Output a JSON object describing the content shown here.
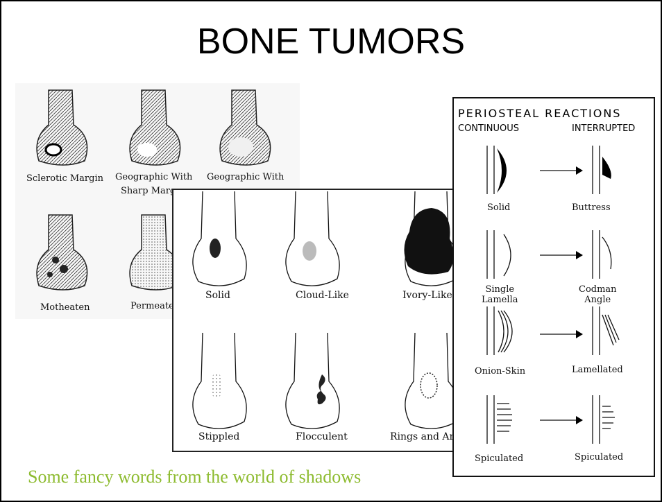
{
  "title": "BONE TUMORS",
  "caption": "Some fancy words from the world of shadows",
  "margins_panel": {
    "labels": [
      "Sclerotic Margin",
      "Geographic With",
      "Sharp Marg",
      "Geographic With",
      "Motheaten",
      "Permeate"
    ]
  },
  "matrix_panel": {
    "labels": [
      "Solid",
      "Cloud-Like",
      "Ivory-Like",
      "Stippled",
      "Flocculent",
      "Rings and Arc"
    ]
  },
  "periosteal_panel": {
    "heading": "PERIOSTEAL REACTIONS",
    "col_continuous": "CONTINUOUS",
    "col_interrupted": "INTERRUPTED",
    "rows": [
      {
        "left": "Solid",
        "right": "Buttress"
      },
      {
        "left": "Single\nLamella",
        "right": "Codman\nAngle"
      },
      {
        "left": "Onion-Skin",
        "right": "Lamellated"
      },
      {
        "left": "Spiculated",
        "right": "Spiculated"
      }
    ]
  }
}
